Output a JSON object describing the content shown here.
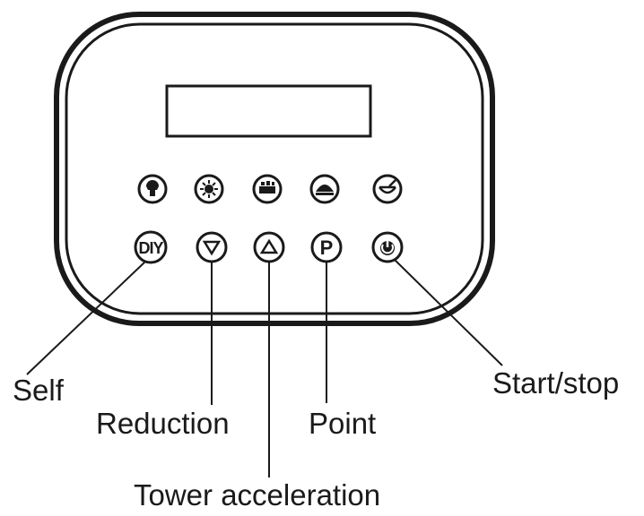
{
  "panel": {
    "buttons_top": [
      {
        "icon": "mode-icon-1"
      },
      {
        "icon": "mode-icon-2"
      },
      {
        "icon": "mode-icon-3"
      },
      {
        "icon": "mode-icon-4"
      },
      {
        "icon": "mode-icon-5"
      }
    ],
    "buttons_bottom": [
      {
        "glyph": "DIY",
        "icon": "diy-icon"
      },
      {
        "glyph": "▽",
        "icon": "triangle-down-icon"
      },
      {
        "glyph": "△",
        "icon": "triangle-up-icon"
      },
      {
        "glyph": "P",
        "icon": "p-icon"
      },
      {
        "glyph": "⏻",
        "icon": "power-icon"
      }
    ]
  },
  "labels": {
    "self": "Self",
    "reduction": "Reduction",
    "tower_acceleration": "Tower acceleration",
    "point": "Point",
    "start_stop": "Start/stop"
  }
}
